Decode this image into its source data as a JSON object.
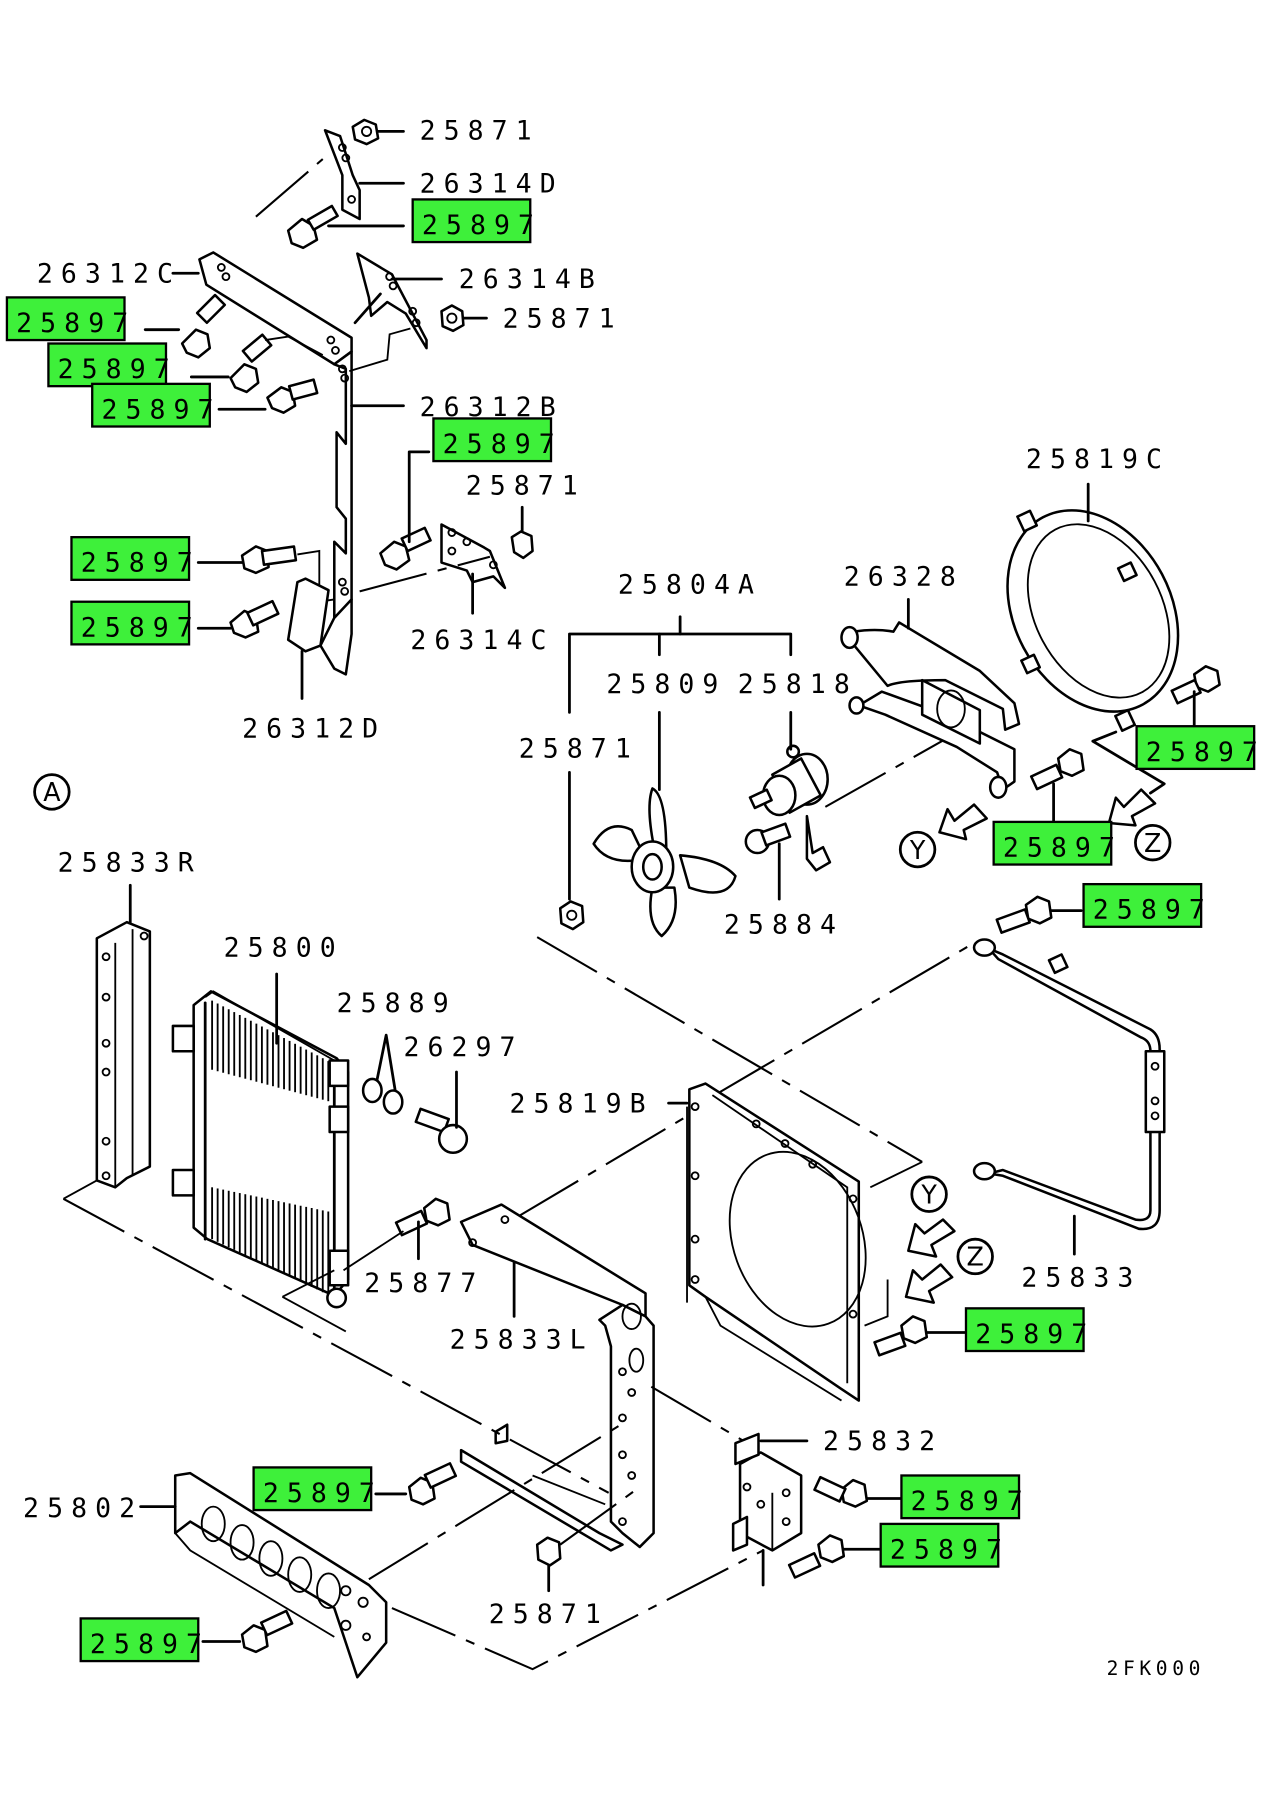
{
  "diagram": {
    "title": "Radiator / cooling fan assembly exploded parts diagram",
    "drawing_code": "2FK000",
    "section_marker": "A",
    "view_markers": [
      "Y",
      "Z"
    ],
    "highlight_color": "#3ef03a",
    "highlighted_part": "25897",
    "labels": {
      "p25871_top": "25871",
      "p26314D": "26314D",
      "p26312C": "26312C",
      "p26314B": "26314B",
      "p25871_mid": "25871",
      "p26312B": "26312B",
      "p25871_c": "25871",
      "p26314C": "26314C",
      "p26312D": "26312D",
      "p25804A": "25804A",
      "p25809": "25809",
      "p25818": "25818",
      "p25871_fan": "25871",
      "p26328": "26328",
      "p25819C": "25819C",
      "p25884": "25884",
      "p25833R": "25833R",
      "p25800": "25800",
      "p25889": "25889",
      "p26297": "26297",
      "p25819B": "25819B",
      "p25877": "25877",
      "p25833L": "25833L",
      "p25833": "25833",
      "p25832": "25832",
      "p25802": "25802",
      "p25871_bottom": "25871"
    },
    "highlighted_labels": [
      "25897",
      "25897",
      "25897",
      "25897",
      "25897",
      "25897",
      "25897",
      "25897",
      "25897",
      "25897",
      "25897",
      "25897",
      "25897",
      "25897",
      "25897",
      "25897"
    ]
  }
}
